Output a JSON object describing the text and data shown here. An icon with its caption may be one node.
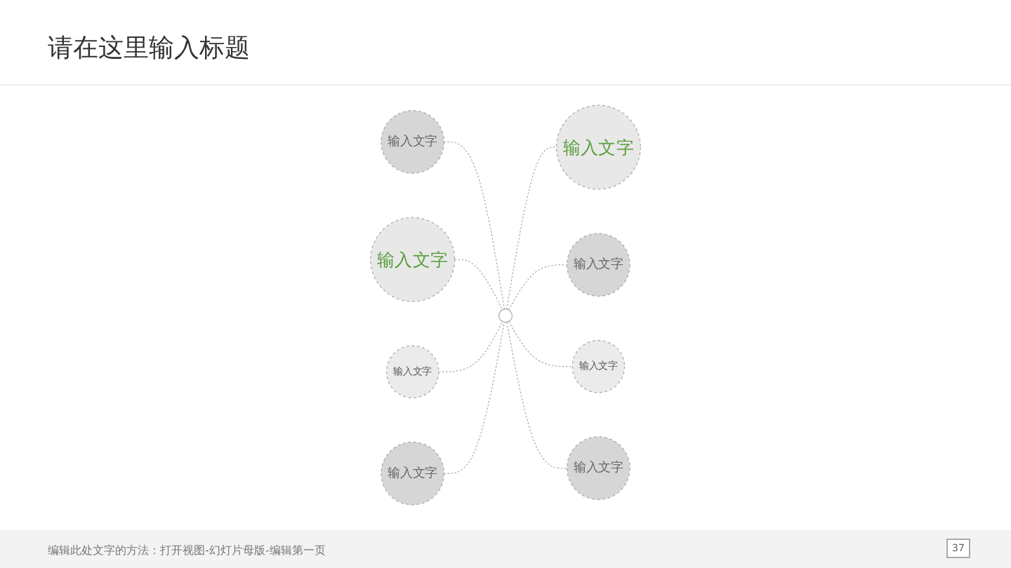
{
  "diagram": {
    "title": "请在这里输入标题",
    "nodes": [
      {
        "text": [
          "输入文字"
        ]
      },
      {
        "text": [
          "输入文字"
        ]
      },
      {
        "text": [
          "输入文字"
        ]
      },
      {
        "text": [
          "输入文字"
        ]
      },
      {
        "text": [],
        "shape": "circle"
      },
      {
        "text": [
          "输入文字"
        ]
      },
      {
        "text": [
          "输入文字"
        ]
      },
      {
        "text": [
          "输入文字"
        ]
      },
      {
        "text": [
          "输入文字"
        ]
      }
    ],
    "edges": [
      {
        "from": 4,
        "to": 0,
        "arrow": "none",
        "style": "dashed"
      },
      {
        "from": 1,
        "to": 4,
        "arrow": "none",
        "style": "dashed"
      },
      {
        "from": 2,
        "to": 4,
        "arrow": "none",
        "style": "dashed"
      },
      {
        "from": 4,
        "to": 3,
        "arrow": "none",
        "style": "dashed"
      },
      {
        "from": 5,
        "to": 4,
        "arrow": "none",
        "style": "dashed"
      },
      {
        "from": 4,
        "to": 6,
        "arrow": "none",
        "style": "dashed"
      },
      {
        "from": 7,
        "to": 4,
        "arrow": "none",
        "style": "dashed"
      },
      {
        "from": 4,
        "to": 8,
        "arrow": "none",
        "style": "dashed"
      }
    ],
    "labels": [
      "编辑此处文字的方法：打开视图-幻灯片母版-编辑第一页",
      "37"
    ]
  }
}
